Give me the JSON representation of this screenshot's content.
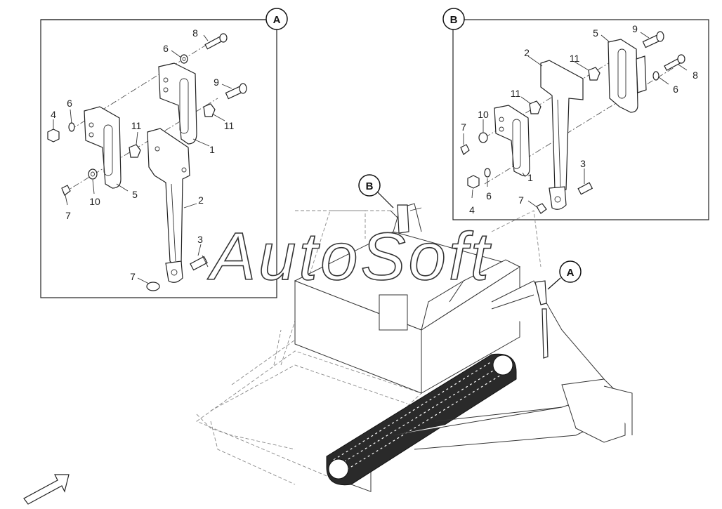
{
  "watermark": "AutoSoft",
  "detail_a": {
    "callout": "A",
    "labels": {
      "p1": "1",
      "p2": "2",
      "p3": "3",
      "p4": "4",
      "p5": "5",
      "p6a": "6",
      "p6b": "6",
      "p7a": "7",
      "p7b": "7",
      "p8": "8",
      "p9": "9",
      "p10": "10",
      "p11a": "11",
      "p11b": "11"
    }
  },
  "detail_b": {
    "callout": "B",
    "labels": {
      "p1": "1",
      "p2": "2",
      "p3": "3",
      "p4": "4",
      "p5": "5",
      "p6a": "6",
      "p6b": "6",
      "p7a": "7",
      "p7b": "7",
      "p8": "8",
      "p9": "9",
      "p10": "10",
      "p11a": "11",
      "p11b": "11"
    }
  },
  "machine_callouts": {
    "b": "B",
    "a": "A"
  },
  "icons": [
    "direction-arrow-icon"
  ]
}
